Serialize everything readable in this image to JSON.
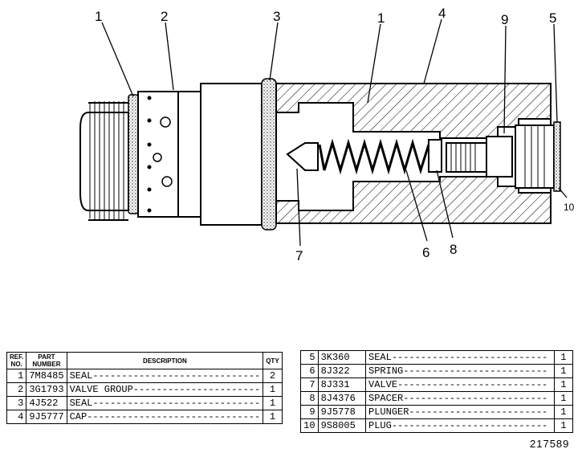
{
  "callouts": [
    "1",
    "2",
    "3",
    "1",
    "4",
    "9",
    "5",
    "10",
    "7",
    "6",
    "8"
  ],
  "table_left": {
    "headers": {
      "ref_line1": "REF.",
      "ref_line2": "NO.",
      "part_line1": "PART",
      "part_line2": "NUMBER",
      "description": "DESCRIPTION",
      "qty": "QTY"
    },
    "rows": [
      {
        "ref": "1",
        "part": "7M8485",
        "desc": "SEAL-----------------------------",
        "qty": "2"
      },
      {
        "ref": "2",
        "part": "3G1793",
        "desc": "VALVE GROUP----------------------",
        "qty": "1"
      },
      {
        "ref": "3",
        "part": "4J522",
        "desc": "SEAL-----------------------------",
        "qty": "1"
      },
      {
        "ref": "4",
        "part": "9J5777",
        "desc": "CAP------------------------------",
        "qty": "1"
      }
    ]
  },
  "table_right": {
    "rows": [
      {
        "ref": "5",
        "part": "3K360",
        "desc": "SEAL---------------------------",
        "qty": "1"
      },
      {
        "ref": "6",
        "part": "8J322",
        "desc": "SPRING-------------------------",
        "qty": "1"
      },
      {
        "ref": "7",
        "part": "8J331",
        "desc": "VALVE--------------------------",
        "qty": "1"
      },
      {
        "ref": "8",
        "part": "8J4376",
        "desc": "SPACER-------------------------",
        "qty": "1"
      },
      {
        "ref": "9",
        "part": "9J5778",
        "desc": "PLUNGER------------------------",
        "qty": "1"
      },
      {
        "ref": "10",
        "part": "9S8005",
        "desc": "PLUG---------------------------",
        "qty": "1"
      }
    ]
  },
  "drawing_number": "217589"
}
